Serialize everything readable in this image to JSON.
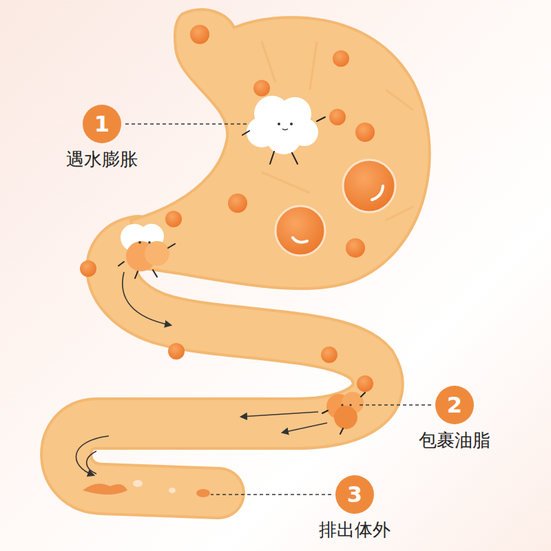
{
  "diagram": {
    "nodes": [
      {
        "text": [
          "1",
          "遇水膨胀"
        ]
      },
      {
        "text": [
          "2",
          "包裹油脂"
        ]
      },
      {
        "text": [
          "3",
          "排出体外"
        ]
      }
    ]
  }
}
